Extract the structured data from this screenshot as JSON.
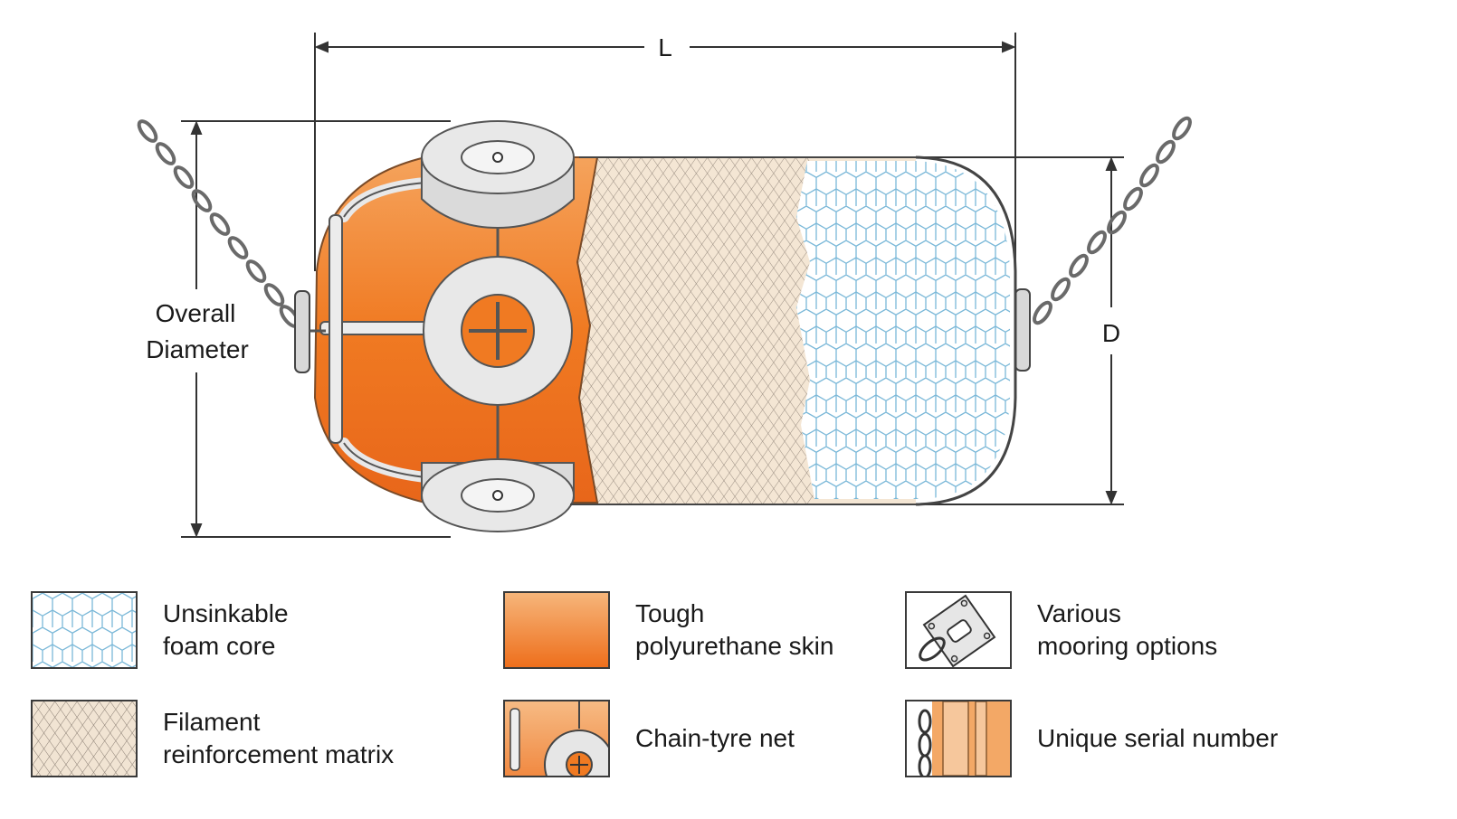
{
  "dimensions": {
    "length_label": "L",
    "diameter_label": "D",
    "overall_diameter_line1": "Overall",
    "overall_diameter_line2": "Diameter"
  },
  "colors": {
    "skin_orange": "#f07a22",
    "foam_blue": "#7ab8d8",
    "tyre_gray": "#e4e4e4",
    "filament_beige": "#f4e6d4"
  },
  "legend": [
    {
      "line1": "Unsinkable",
      "line2": "foam core",
      "icon": "foam-core-swatch-icon"
    },
    {
      "line1": "Tough",
      "line2": "polyurethane skin",
      "icon": "skin-swatch-icon"
    },
    {
      "line1": "Various",
      "line2": "mooring options",
      "icon": "mooring-options-icon"
    },
    {
      "line1": "Filament",
      "line2": "reinforcement matrix",
      "icon": "filament-swatch-icon"
    },
    {
      "line1": "Chain-tyre net",
      "line2": "",
      "icon": "chain-tyre-net-icon"
    },
    {
      "line1": "Unique serial number",
      "line2": "",
      "icon": "serial-number-icon"
    }
  ]
}
